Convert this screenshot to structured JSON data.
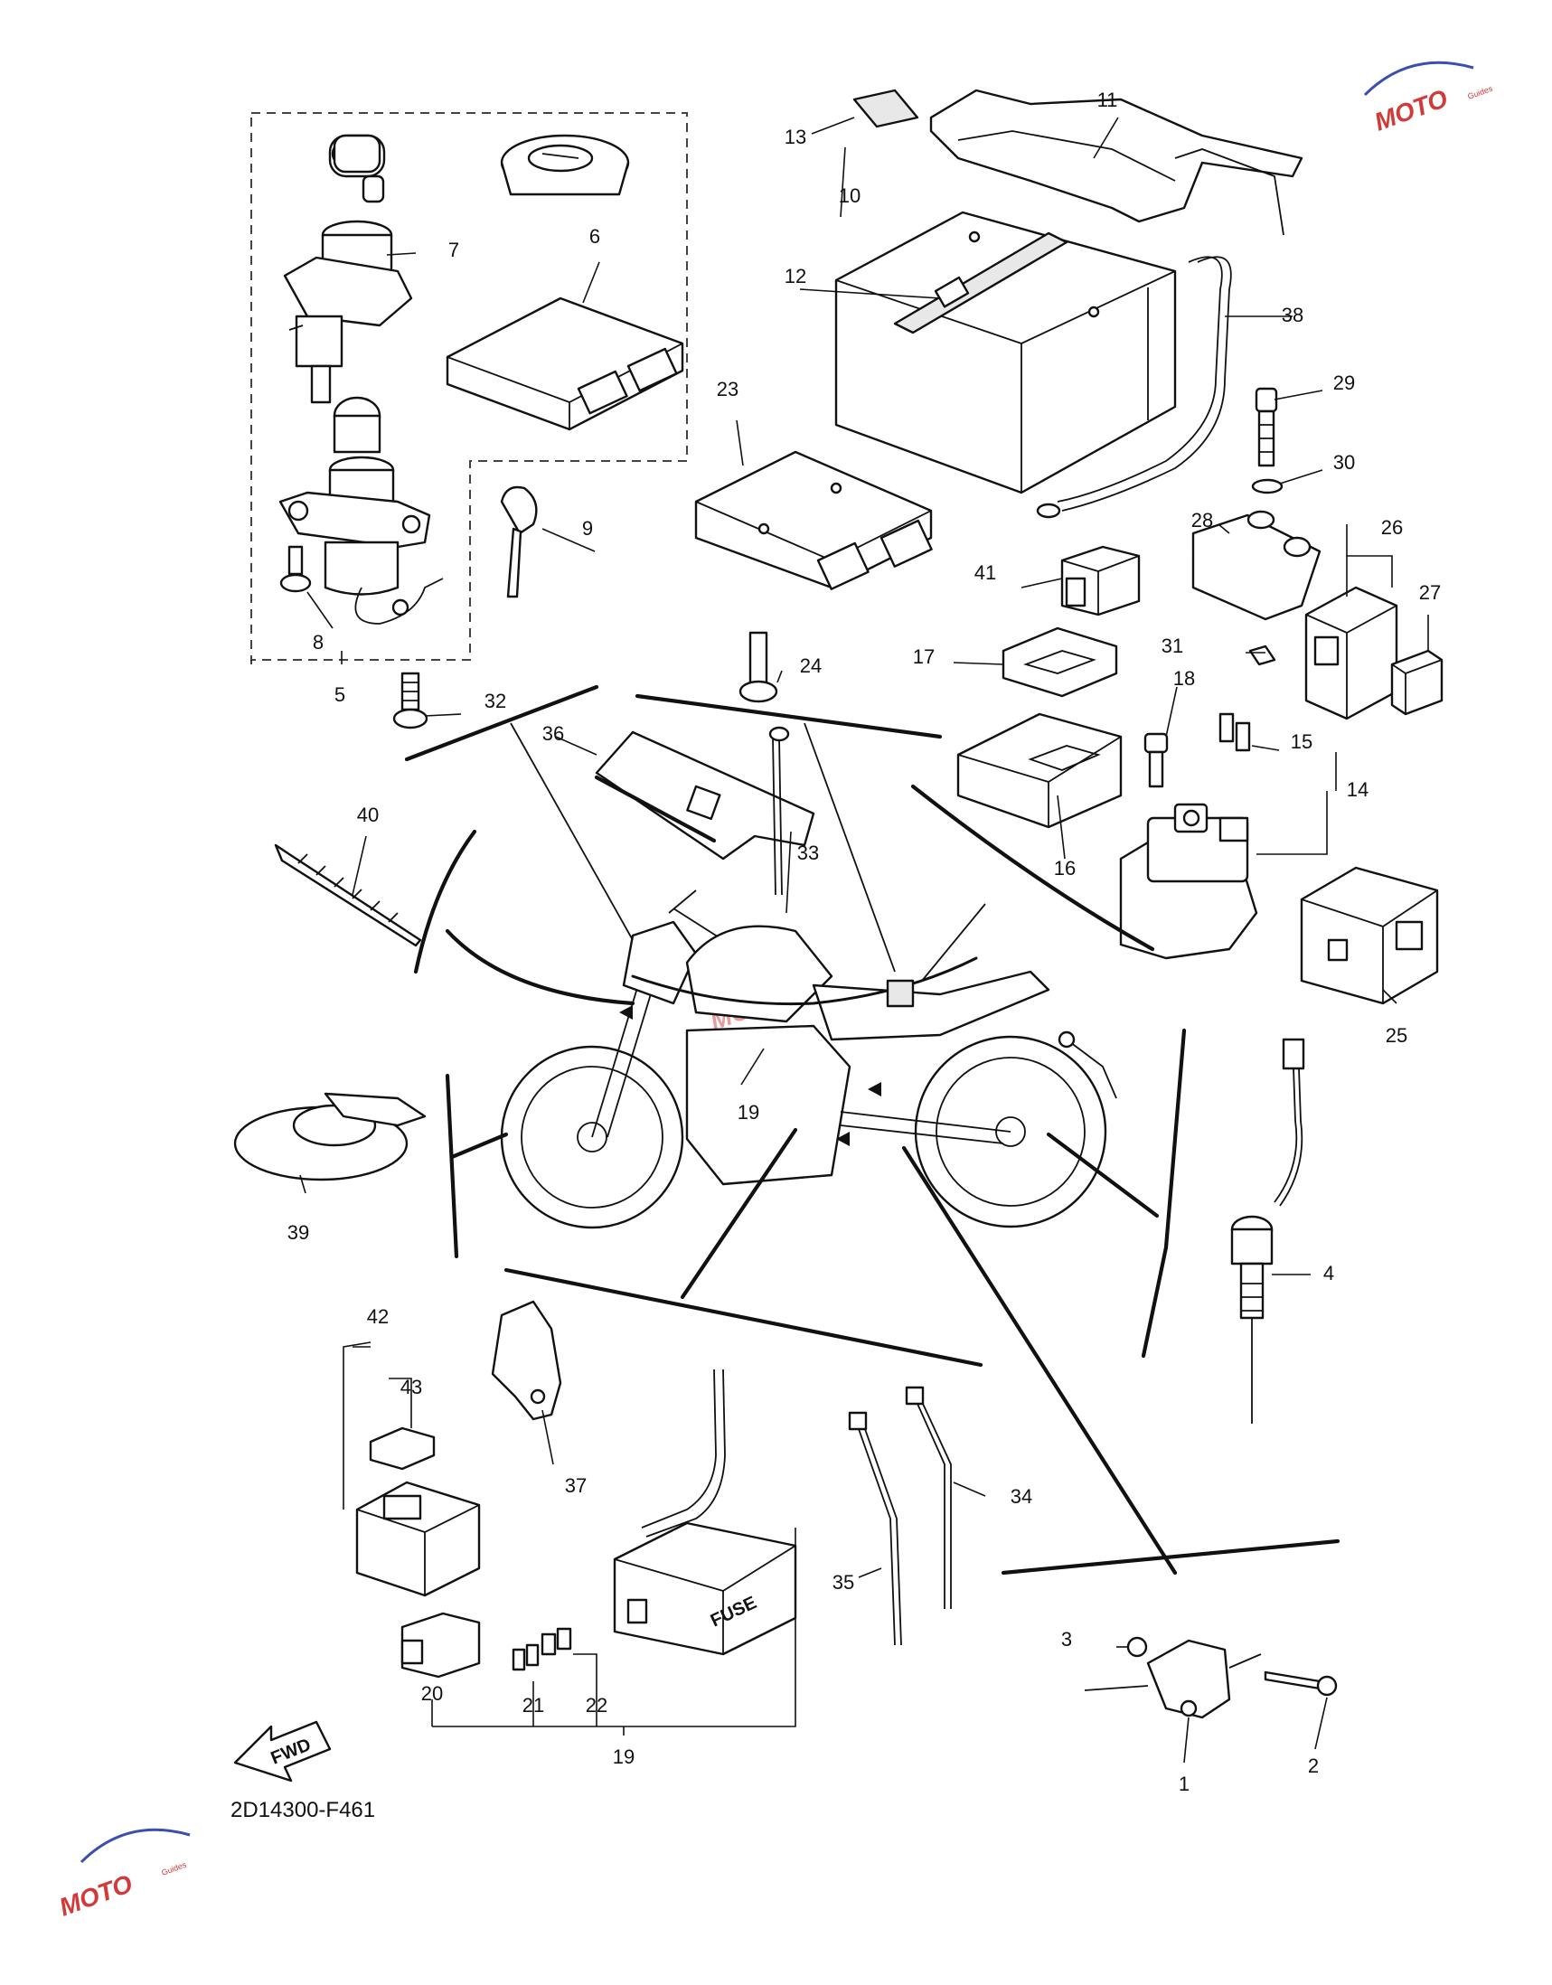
{
  "diagram": {
    "code": "2D14300-F461",
    "fwd_label": "FWD",
    "fuse_label": "FUSE",
    "callouts": [
      "1",
      "2",
      "3",
      "4",
      "5",
      "6",
      "7",
      "8",
      "9",
      "10",
      "11",
      "12",
      "13",
      "14",
      "15",
      "16",
      "17",
      "18",
      "19",
      "20",
      "21",
      "22",
      "23",
      "24",
      "25",
      "26",
      "27",
      "28",
      "29",
      "30",
      "31",
      "32",
      "33",
      "34",
      "35",
      "36",
      "37",
      "38",
      "39",
      "40",
      "41",
      "42",
      "43",
      "19"
    ]
  },
  "watermark": {
    "text": "MOTO",
    "sub": "Guides"
  },
  "colors": {
    "line": "#111111",
    "watermark": "#d23a3a",
    "background": "#ffffff"
  }
}
